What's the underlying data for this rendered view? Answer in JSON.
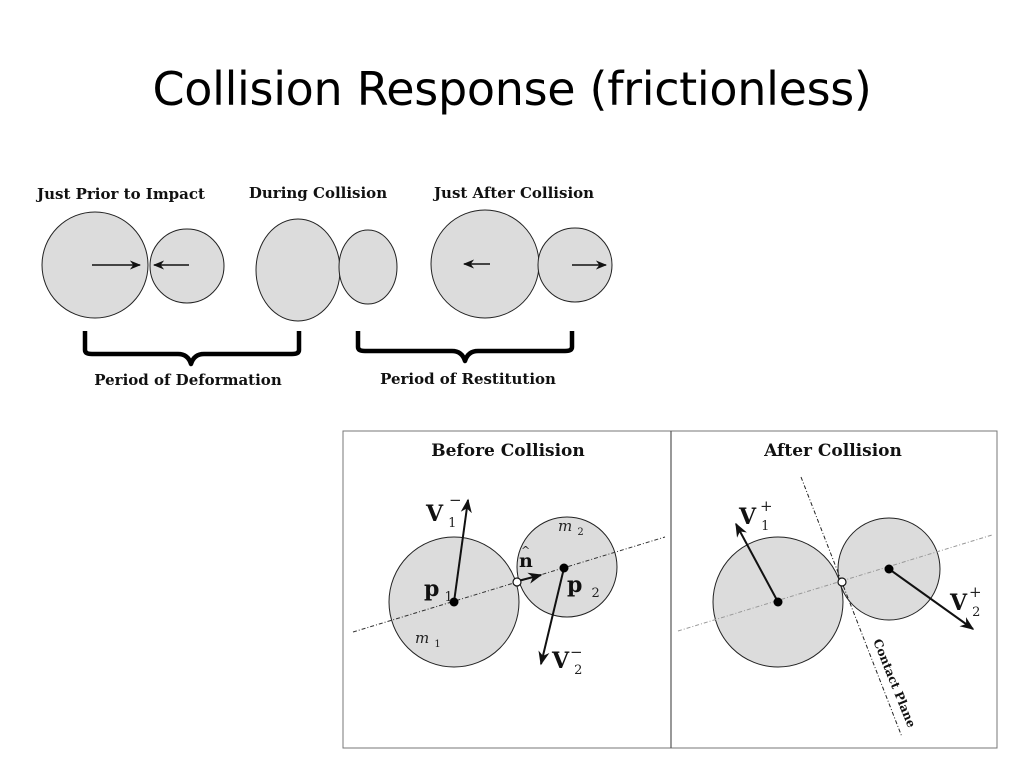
{
  "slide": {
    "title": "Collision Response (frictionless)"
  },
  "top_figure": {
    "stage_labels": [
      "Just Prior to Impact",
      "During Collision",
      "Just After Collision"
    ],
    "period_labels": [
      "Period of Deformation",
      "Period of Restitution"
    ]
  },
  "bottom_figure": {
    "before_title": "Before Collision",
    "after_title": "After Collision",
    "contact_plane_label": "Contact Plane",
    "before": {
      "v1_label": "V",
      "v1_sub": "1",
      "v1_sup": "−",
      "v2_label": "V",
      "v2_sub": "2",
      "v2_sup": "−",
      "p1_label": "p",
      "p1_sub": "1",
      "p2_label": "p",
      "p2_sub": "2",
      "m1_label": "m",
      "m1_sub": "1",
      "m2_label": "m",
      "m2_sub": "2",
      "n_label": "n",
      "n_hat": "^"
    },
    "after": {
      "v1_label": "V",
      "v1_sub": "1",
      "v1_sup": "+",
      "v2_label": "V",
      "v2_sub": "2",
      "v2_sup": "+"
    }
  },
  "colors": {
    "ball_fill": "#dcdcdc",
    "stroke": "#222222",
    "frame": "#555555"
  }
}
